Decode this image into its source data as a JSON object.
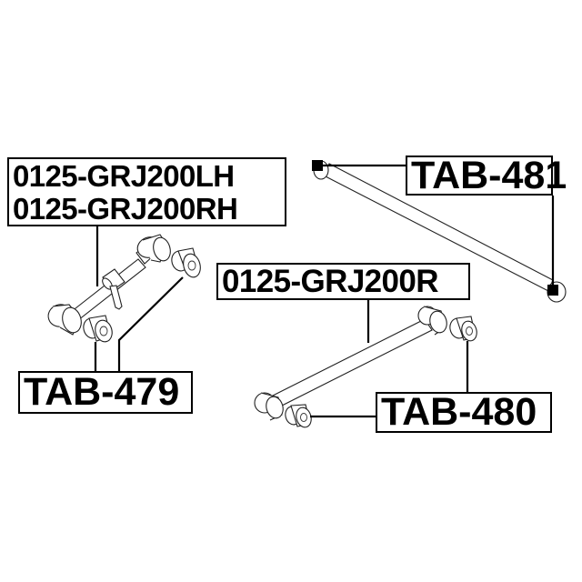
{
  "diagram": {
    "background": "#ffffff",
    "line_color": "#000000",
    "labels": {
      "arm_lh": "0125-GRJ200LH",
      "arm_rh": "0125-GRJ200RH",
      "bushing_479": "TAB-479",
      "rod_481": "TAB-481",
      "arm_r": "0125-GRJ200R",
      "bushing_480": "TAB-480"
    },
    "components": [
      {
        "id": "adjustable-arm",
        "part_numbers": [
          "0125-GRJ200LH",
          "0125-GRJ200RH"
        ],
        "bushings": "TAB-479"
      },
      {
        "id": "lateral-rod",
        "part_numbers": [],
        "bushings": "TAB-481"
      },
      {
        "id": "lower-arm",
        "part_numbers": [
          "0125-GRJ200R"
        ],
        "bushings": "TAB-480"
      }
    ]
  }
}
